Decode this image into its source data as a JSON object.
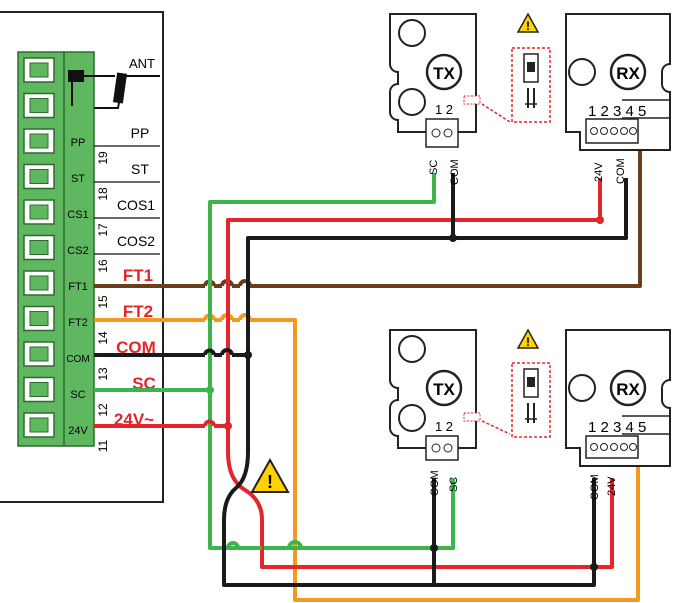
{
  "terminal_block": {
    "slot_labels": [
      "",
      "",
      "PP",
      "ST",
      "CS1",
      "CS2",
      "FT1",
      "FT2",
      "COM",
      "SC",
      "24V"
    ],
    "terminal_numbers": [
      "19",
      "18",
      "17",
      "16",
      "15",
      "14",
      "13",
      "12",
      "11"
    ],
    "terminal_names": [
      "ANT",
      "PP",
      "ST",
      "COS1",
      "COS2",
      "FT1",
      "FT2",
      "COM",
      "SC",
      "24V~"
    ],
    "highlighted": [
      "FT1",
      "FT2",
      "COM",
      "SC",
      "24V~"
    ]
  },
  "photocells": {
    "tx_top": {
      "label": "TX",
      "terminals": "1 2",
      "wires": [
        "SC",
        "COM"
      ]
    },
    "rx_top": {
      "label": "RX",
      "terminals": "1 2 3 4 5",
      "wires": [
        "24V",
        "COM"
      ]
    },
    "tx_bottom": {
      "label": "TX",
      "terminals": "1 2",
      "wires": [
        "COM",
        "SC"
      ]
    },
    "rx_bottom": {
      "label": "RX",
      "terminals": "1 2 3 4 5",
      "wires": [
        "COM",
        "24V"
      ]
    }
  },
  "colors": {
    "green": "#3db54a",
    "red": "#e3262a",
    "black": "#1a1a1a",
    "brown": "#6b3e1b",
    "orange": "#f29a1d",
    "terminal_green": "#5fb85f",
    "warning_yellow": "#ffd200"
  },
  "icons": [
    "warning-icon",
    "jumper-icon"
  ]
}
